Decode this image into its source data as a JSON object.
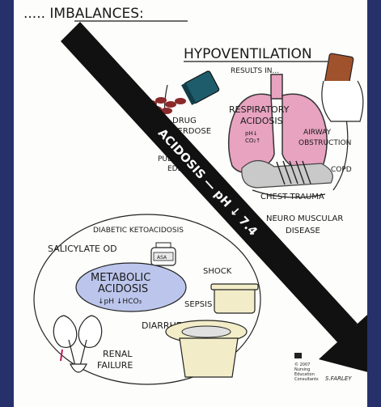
{
  "heading": "..... IMBALANCES:",
  "hypoventilation": {
    "title": "HYPOVENTILATION",
    "results_in": "RESULTS IN...",
    "center_line1": "RESPIRATORY",
    "center_line2": "ACIDOSIS",
    "sub_line1": "pH↓",
    "sub_line2": "CO₂↑",
    "causes": {
      "drug_1": "DRUG",
      "drug_2": "OVERDOSE",
      "airway_1": "AIRWAY",
      "airway_2": "OBSTRUCTION",
      "edema_1": "PULMONARY",
      "edema_2": "EDEMA",
      "copd": "COPD",
      "trauma": "CHEST TRAUMA",
      "neuro_1": "NEURO MUSCULAR",
      "neuro_2": "DISEASE"
    }
  },
  "arrow_label": "ACIDOSIS — pH ↓ 7.4",
  "metabolic": {
    "center_line1": "METABOLIC",
    "center_line2": "ACIDOSIS",
    "sub": "↓pH ↓HCO₃",
    "causes": {
      "dka": "DIABETIC KETOACIDOSIS",
      "salicylate": "SALICYLATE OD",
      "asa_bottle": "ASA",
      "shock": "SHOCK",
      "sepsis": "SEPSIS",
      "diarrhea": "DIARRHEA",
      "renal_1": "RENAL",
      "renal_2": "FAILURE"
    }
  },
  "credit": {
    "line1": "© 2007",
    "line2": "Nursing",
    "line3": "Education",
    "line4": "Consultants",
    "signature": "S.FARLEY"
  },
  "colors": {
    "background": "#26306b",
    "panel": "#fdfdfb",
    "arrow": "#111111",
    "lungs": "#e7a3c0",
    "pills": "#8b2a2a",
    "bottle": "#1f5c6b",
    "bag": "#a0522d"
  }
}
